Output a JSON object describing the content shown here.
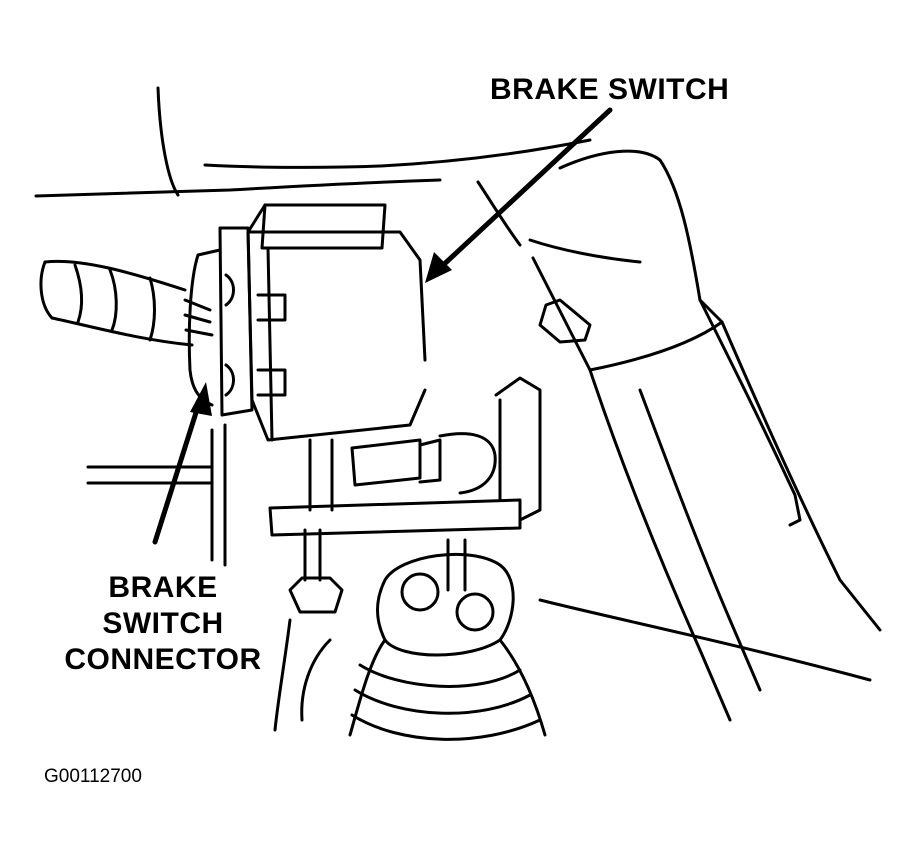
{
  "labels": {
    "brake_switch": "BRAKE SWITCH",
    "connector_line1": "BRAKE",
    "connector_line2": "SWITCH",
    "connector_line3": "CONNECTOR"
  },
  "figure_id": "G00112700",
  "colors": {
    "ink": "#000000",
    "paper": "#ffffff"
  }
}
